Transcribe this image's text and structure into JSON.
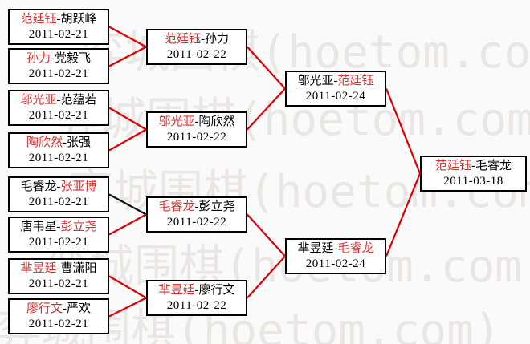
{
  "watermark": {
    "text": "弈城围棋(hoetom.com)"
  },
  "separator": "-",
  "colors": {
    "line_red": "#dd0000",
    "line_black": "#111111",
    "name_red": "#d83030",
    "name_black": "#000000",
    "border": "#000000",
    "background": "#fbfafa"
  },
  "bracket": {
    "rounds": [
      {
        "name": "round-1",
        "matches": [
          {
            "p1": "范廷钰",
            "p1_color": "red",
            "p2": "胡跃峰",
            "p2_color": "black",
            "date": "2011-02-21",
            "line_color": "red"
          },
          {
            "p1": "孙力",
            "p1_color": "red",
            "p2": "党毅飞",
            "p2_color": "black",
            "date": "2011-02-21",
            "line_color": "red"
          },
          {
            "p1": "邬光亚",
            "p1_color": "red",
            "p2": "范蕴若",
            "p2_color": "black",
            "date": "2011-02-21",
            "line_color": "red"
          },
          {
            "p1": "陶欣然",
            "p1_color": "red",
            "p2": "张强",
            "p2_color": "black",
            "date": "2011-02-21",
            "line_color": "red"
          },
          {
            "p1": "毛睿龙",
            "p1_color": "black",
            "p2": "张亚博",
            "p2_color": "red",
            "date": "2011-02-21",
            "line_color": "black"
          },
          {
            "p1": "唐韦星",
            "p1_color": "black",
            "p2": "彭立尧",
            "p2_color": "red",
            "date": "2011-02-21",
            "line_color": "red"
          },
          {
            "p1": "芈昱廷",
            "p1_color": "red",
            "p2": "曹潇阳",
            "p2_color": "black",
            "date": "2011-02-21",
            "line_color": "red"
          },
          {
            "p1": "廖行文",
            "p1_color": "red",
            "p2": "严欢",
            "p2_color": "black",
            "date": "2011-02-21",
            "line_color": "red"
          }
        ]
      },
      {
        "name": "round-2",
        "matches": [
          {
            "p1": "范廷钰",
            "p1_color": "red",
            "p2": "孙力",
            "p2_color": "black",
            "date": "2011-02-22",
            "line_color": "red"
          },
          {
            "p1": "邬光亚",
            "p1_color": "red",
            "p2": "陶欣然",
            "p2_color": "black",
            "date": "2011-02-22",
            "line_color": "red"
          },
          {
            "p1": "毛睿龙",
            "p1_color": "red",
            "p2": "彭立尧",
            "p2_color": "black",
            "date": "2011-02-22",
            "line_color": "red"
          },
          {
            "p1": "芈昱廷",
            "p1_color": "red",
            "p2": "廖行文",
            "p2_color": "black",
            "date": "2011-02-22",
            "line_color": "red"
          }
        ]
      },
      {
        "name": "semifinals",
        "matches": [
          {
            "p1": "邬光亚",
            "p1_color": "black",
            "p2": "范廷钰",
            "p2_color": "red",
            "date": "2011-02-24",
            "line_color": "red"
          },
          {
            "p1": "芈昱廷",
            "p1_color": "black",
            "p2": "毛睿龙",
            "p2_color": "red",
            "date": "2011-02-24",
            "line_color": "red"
          }
        ]
      },
      {
        "name": "final",
        "matches": [
          {
            "p1": "范廷钰",
            "p1_color": "red",
            "p2": "毛睿龙",
            "p2_color": "black",
            "date": "2011-03-18",
            "line_color": "red"
          }
        ]
      }
    ]
  }
}
